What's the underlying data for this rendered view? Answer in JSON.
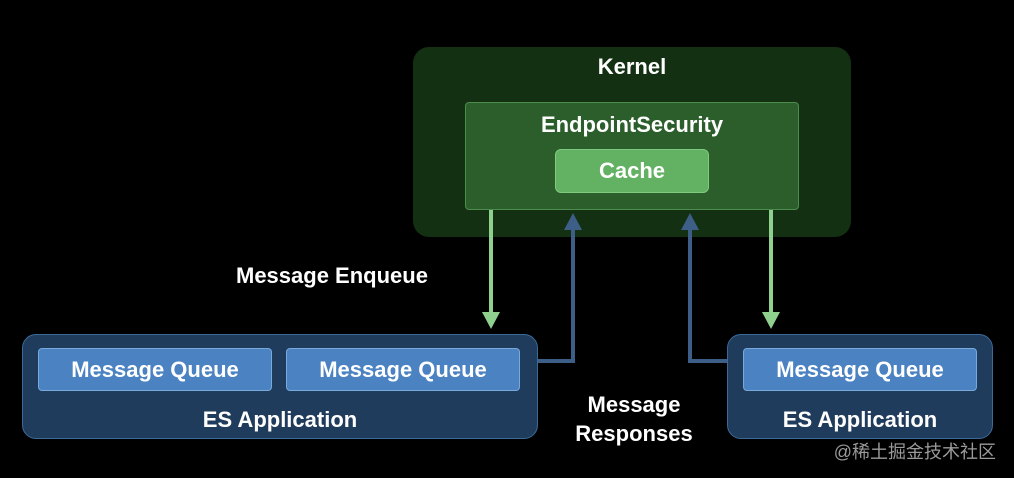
{
  "kernel": {
    "title": "Kernel"
  },
  "endpoint_security": {
    "title": "EndpointSecurity",
    "cache_label": "Cache"
  },
  "left_app": {
    "queues": [
      "Message Queue",
      "Message Queue"
    ],
    "label": "ES Application"
  },
  "right_app": {
    "queues": [
      "Message Queue"
    ],
    "label": "ES Application"
  },
  "labels": {
    "enqueue": "Message Enqueue",
    "responses_line1": "Message",
    "responses_line2": "Responses"
  },
  "watermark": "@稀土掘金技术社区",
  "colors": {
    "background": "#000000",
    "kernel_fill": "#133013",
    "endpoint_fill": "#2b5e2b",
    "cache_fill": "#63b163",
    "app_fill": "#203c5c",
    "queue_fill": "#4a82c2",
    "enqueue_arrow": "#8fd08f",
    "response_arrow": "#3d5e86"
  }
}
